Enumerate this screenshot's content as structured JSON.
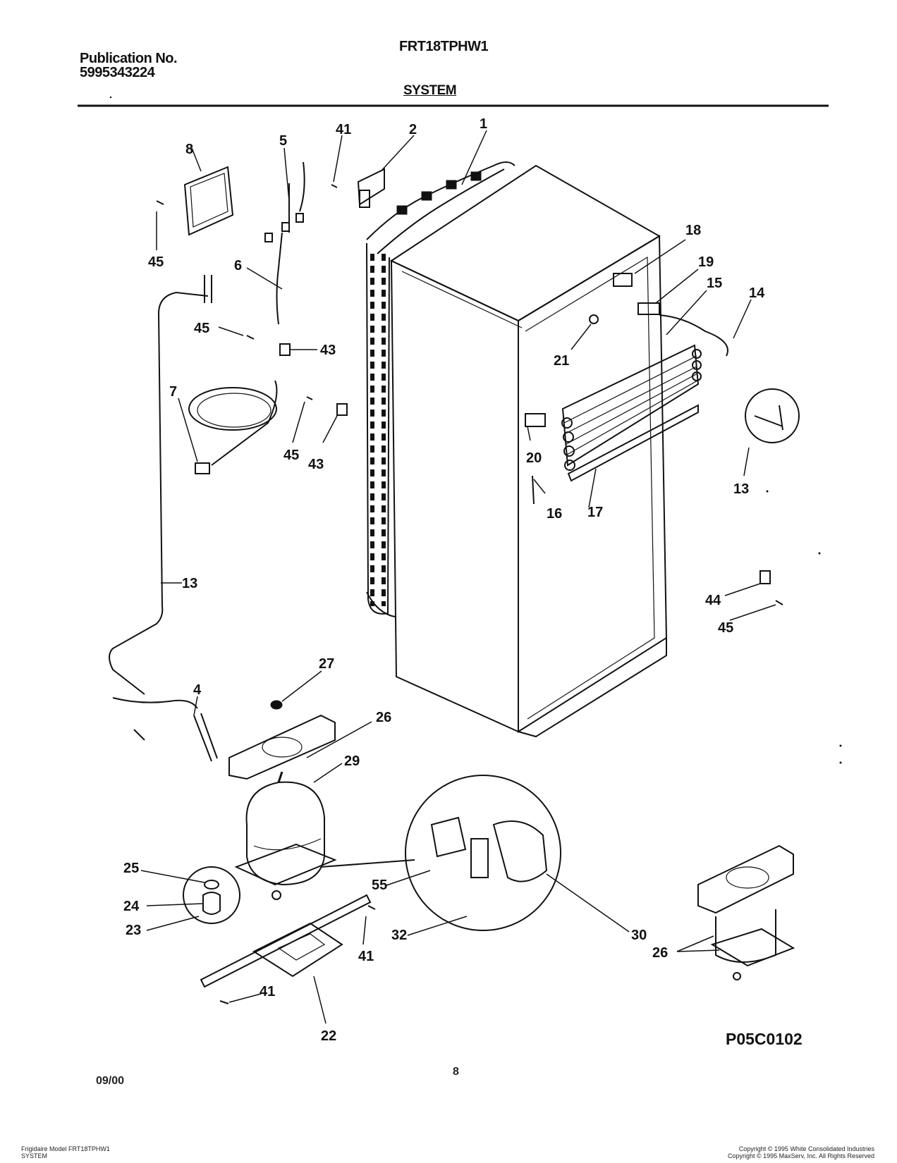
{
  "header": {
    "publication_label": "Publication No.",
    "publication_number": "5995343224",
    "model": "FRT18TPHW1",
    "section": "SYSTEM"
  },
  "diagram": {
    "callouts": [
      "1",
      "2",
      "41",
      "5",
      "8",
      "45",
      "6",
      "45",
      "43",
      "18",
      "19",
      "15",
      "14",
      "21",
      "7",
      "45",
      "43",
      "20",
      "13",
      "16",
      "17",
      "13",
      "44",
      "45",
      "27",
      "4",
      "26",
      "29",
      "25",
      "55",
      "24",
      "23",
      "41",
      "32",
      "30",
      "26",
      "41",
      "22"
    ],
    "drawing_code": "P05C0102"
  },
  "footer": {
    "date": "09/00",
    "page": "8",
    "left_line1": "Frigidaire Model FRT18TPHW1",
    "left_line2": "SYSTEM",
    "right_line1": "Copyright © 1995 White Consolidated Industries",
    "right_line2": "Copyright © 1995 MaxServ, Inc.  All Rights Reserved"
  }
}
